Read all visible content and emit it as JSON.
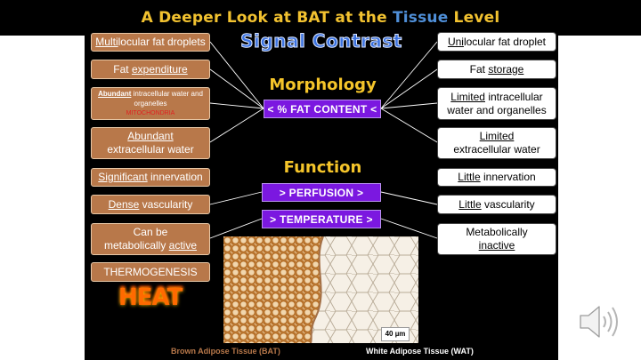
{
  "title": {
    "pre": "A Deeper Look at BAT at the ",
    "highlight": "Tissue",
    "post": " Level"
  },
  "signal_contrast": "Signal Contrast",
  "morphology": {
    "heading": "Morphology",
    "pill": "< % FAT CONTENT <"
  },
  "function": {
    "heading": "Function",
    "perfusion": "> PERFUSION >",
    "temperature": "> TEMPERATURE >"
  },
  "bat": {
    "multilocular": {
      "u": "Multi",
      "rest": "locular fat droplets"
    },
    "fat_expenditure": {
      "pre": "Fat ",
      "u": "expenditure"
    },
    "intracellular": {
      "u": "Abundant",
      "rest": " intracellular water and organelles",
      "mito": "MITOCHONDRIA"
    },
    "extracellular": {
      "u": "Abundant ",
      "rest": "extracellular water"
    },
    "innervation": {
      "u": "Significant",
      "rest": " innervation"
    },
    "vascularity": {
      "u": "Dense",
      "rest": " vascularity"
    },
    "metabolic": {
      "pre": "Can be",
      "pre2": "metabolically ",
      "u": "active"
    },
    "thermogenesis": "THERMOGENESIS",
    "heat": "HEAT"
  },
  "wat": {
    "unilocular": {
      "u": "Uni",
      "rest": "locular fat droplet"
    },
    "fat_storage": {
      "pre": "Fat ",
      "u": "storage"
    },
    "intracellular": {
      "u": "Limited",
      "rest": " intracellular water and organelles"
    },
    "extracellular": {
      "u": "Limited",
      "rest": "extracellular water"
    },
    "innervation": {
      "u": "Little",
      "rest": " innervation"
    },
    "vascularity": {
      "u": "Little",
      "rest": " vascularity"
    },
    "metabolic": {
      "pre": "Metabolically",
      "u": "inactive"
    }
  },
  "image": {
    "scale_label": "40 µm",
    "caption_bat": "Brown Adipose Tissue (BAT)",
    "caption_wat": "White Adipose Tissue (WAT)"
  },
  "colors": {
    "bat_box": "#b8784a",
    "pill": "#7b18e0",
    "heading": "#f5c52a",
    "title": "#f2c230",
    "tissue": "#4f8fd8"
  },
  "icons": [
    "speaker-icon"
  ]
}
